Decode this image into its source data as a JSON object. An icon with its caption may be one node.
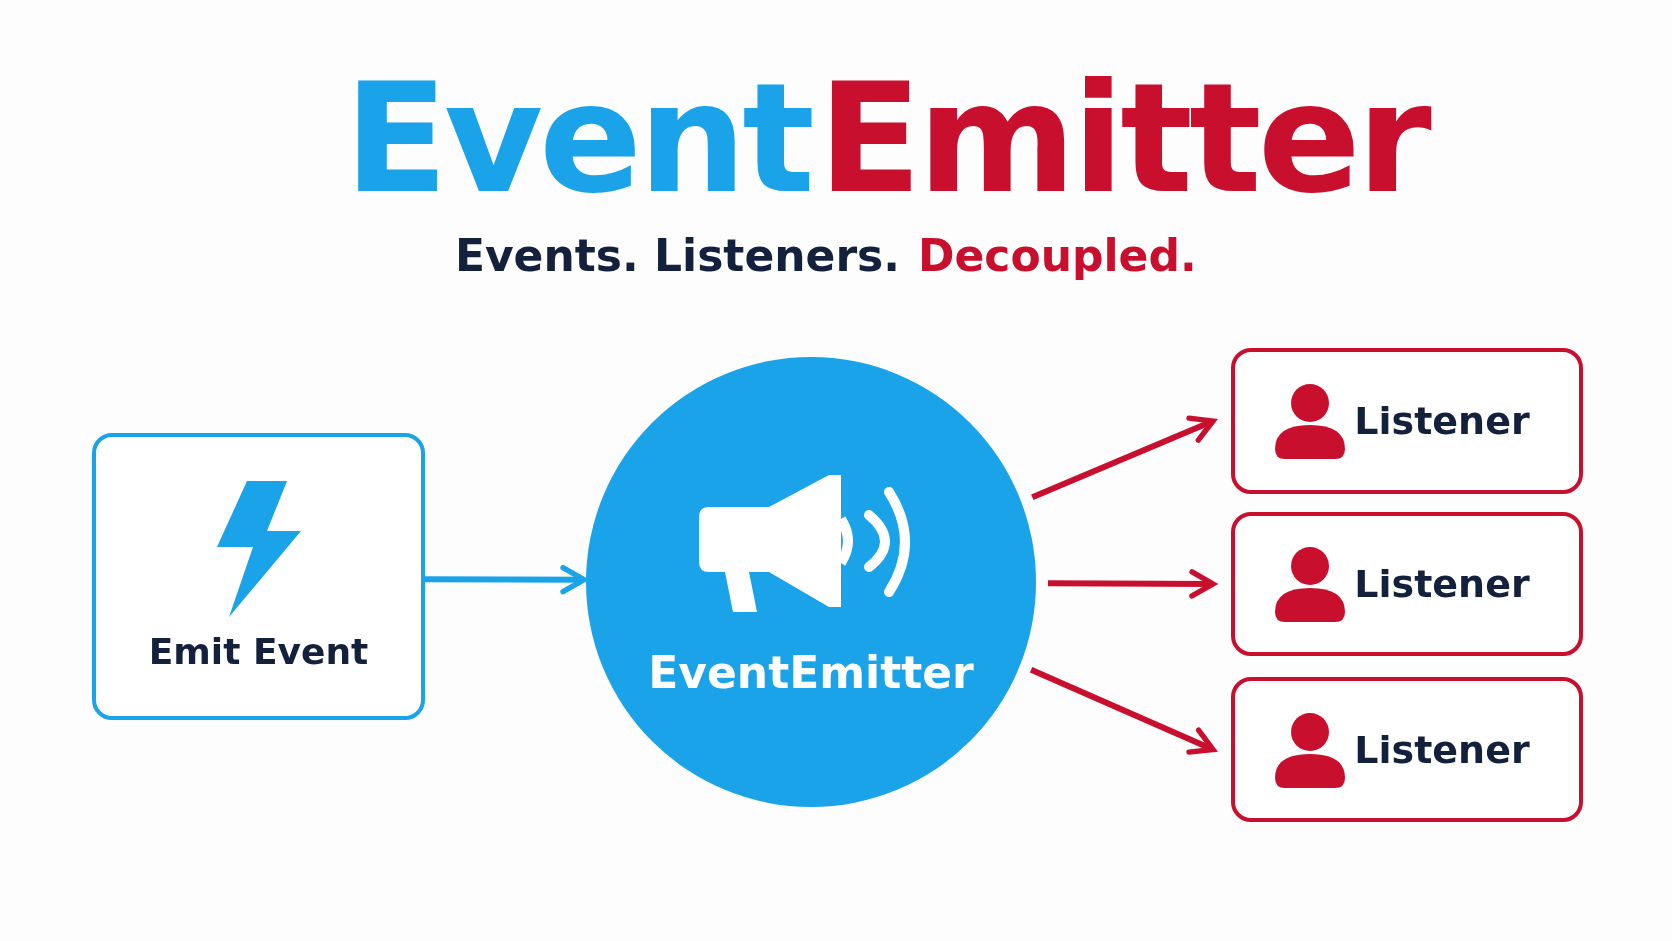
{
  "diagram": {
    "nodes": [
      {
        "text": [
          "Emit Event"
        ]
      },
      {
        "text": [
          "EventEmitter"
        ]
      },
      {
        "text": [
          "Listener"
        ]
      },
      {
        "text": [
          "Listener"
        ]
      },
      {
        "text": [
          "Listener"
        ]
      }
    ],
    "edges": [
      {
        "from": 0,
        "to": 1,
        "arrow": "to",
        "color": "#1aa3e8"
      },
      {
        "from": 1,
        "to": 2,
        "arrow": "to"
      },
      {
        "from": 1,
        "to": 3,
        "arrow": "to"
      },
      {
        "from": 1,
        "to": 4,
        "arrow": "to"
      }
    ],
    "labels": [
      "Event",
      "Emitter",
      "Events. Listeners.",
      "Decoupled."
    ]
  }
}
